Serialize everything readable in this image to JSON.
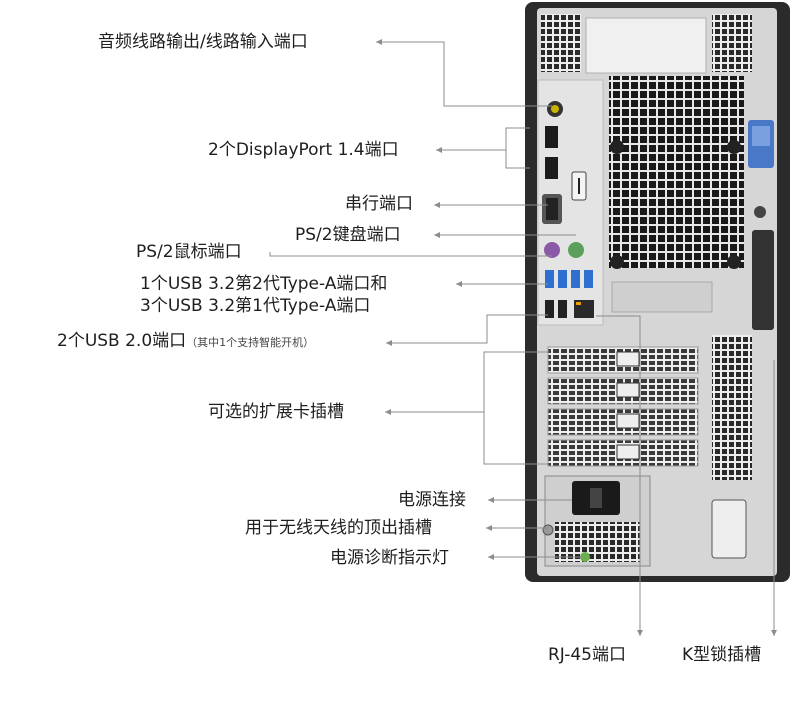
{
  "labels": {
    "audio": "音频线路输出/线路输入端口",
    "displayport": "2个DisplayPort 1.4端口",
    "serial": "串行端口",
    "ps2_keyboard": "PS/2键盘端口",
    "ps2_mouse": "PS/2鼠标端口",
    "usb32_line1": "1个USB 3.2第2代Type-A端口和",
    "usb32_line2": "3个USB 3.2第1代Type-A端口",
    "usb20": "2个USB 2.0端口",
    "usb20_note": "（其中1个支持智能开机）",
    "expansion": "可选的扩展卡插槽",
    "power": "电源连接",
    "antenna": "用于无线天线的顶出插槽",
    "power_diag": "电源诊断指示灯",
    "rj45": "RJ-45端口",
    "klock": "K型锁插槽"
  },
  "colors": {
    "chassis": "#2b2b2b",
    "panel": "#d9d9d9",
    "latch": "#4a78c8",
    "usb": "#2f6fd0",
    "ps2_mouse": "#8a5aa8",
    "ps2_keyboard": "#5aa05a",
    "audio": "#c8b400",
    "leader": "#8c8c8c"
  }
}
